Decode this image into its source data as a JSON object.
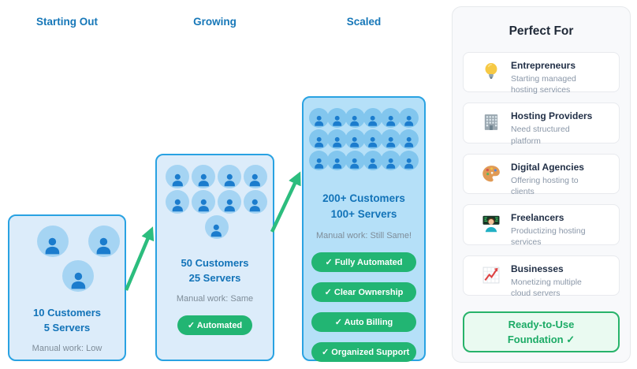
{
  "stages": [
    {
      "title": "Starting Out",
      "customers": "10 Customers",
      "servers": "5 Servers",
      "manual_work": "Manual work: Low",
      "avatar_rows": [
        2,
        1
      ],
      "badges": []
    },
    {
      "title": "Growing",
      "customers": "50 Customers",
      "servers": "25 Servers",
      "manual_work": "Manual work: Same",
      "avatar_rows": [
        4,
        4,
        1
      ],
      "badges": [
        "✓ Automated"
      ]
    },
    {
      "title": "Scaled",
      "customers": "200+ Customers",
      "servers": "100+ Servers",
      "manual_work": "Manual work: Still Same!",
      "avatar_rows": [
        6,
        6,
        6
      ],
      "badges": [
        "✓ Fully Automated",
        "✓ Clear Ownership",
        "✓ Auto Billing",
        "✓ Organized Support"
      ]
    }
  ],
  "perfect_for": {
    "title": "Perfect For",
    "items": [
      {
        "icon": "lightbulb-icon",
        "title": "Entrepreneurs",
        "subtitle": "Starting managed hosting services"
      },
      {
        "icon": "building-icon",
        "title": "Hosting Providers",
        "subtitle": "Need structured platform"
      },
      {
        "icon": "palette-icon",
        "title": "Digital Agencies",
        "subtitle": "Offering hosting to clients"
      },
      {
        "icon": "technologist-icon",
        "title": "Freelancers",
        "subtitle": "Productizing hosting services"
      },
      {
        "icon": "chart-icon",
        "title": "Businesses",
        "subtitle": "Monetizing multiple cloud servers"
      }
    ],
    "footer": "Ready-to-Use Foundation ✓"
  },
  "colors": {
    "stage_title": "#1677b8",
    "card_border": "#29a2e2",
    "card_bg_light": "#dcecfa",
    "card_bg_scaled": "#b5e0f8",
    "avatar_circle": "#a5d4f3",
    "avatar_person": "#1b7ccd",
    "stats_text": "#1273b8",
    "muted_text": "#7e8c98",
    "badge_green": "#22b573",
    "arrow_green": "#2cbd7e",
    "panel_bg": "#f8f9fb",
    "footer_green": "#1cab66"
  }
}
